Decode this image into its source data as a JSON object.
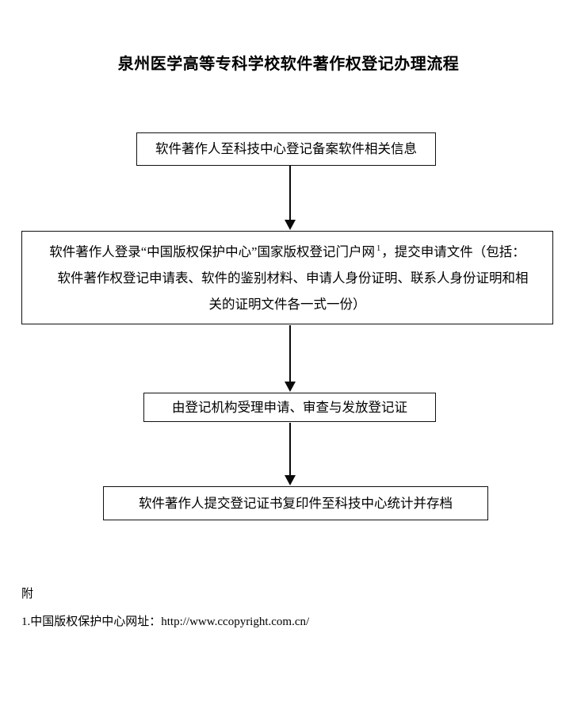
{
  "document": {
    "title": "泉州医学高等专科学校软件著作权登记办理流程"
  },
  "flowchart": {
    "type": "flowchart",
    "orientation": "top-to-bottom",
    "steps": [
      {
        "id": "register",
        "order": 1,
        "text": "软件著作人至科技中心登记备案软件相关信息"
      },
      {
        "id": "submit",
        "order": 2,
        "text": "软件著作人登录“中国版权保护中心”国家版权登记门户网1，提交申请文件（包括：软件著作权登记申请表、软件的鉴别材料、申请人身份证明、联系人身份证明和相关的证明文件各一式一份）",
        "lines": [
          "软件著作人登录“中国版权保护中心”国家版权登记门户网",
          "，提交申请文件（包括：",
          "软件著作权登记申请表、软件的鉴别材料、申请人身份证明、联系人身份证明和相",
          "关的证明文件各一式一份）"
        ],
        "footnote_marker": "1"
      },
      {
        "id": "review",
        "order": 3,
        "text": "由登记机构受理申请、审查与发放登记证"
      },
      {
        "id": "archive",
        "order": 4,
        "text": "软件著作人提交登记证书复印件至科技中心统计并存档"
      }
    ],
    "connectors": [
      {
        "id": "arrow-1",
        "from": "register",
        "to": "submit",
        "style": "solid-down-arrow"
      },
      {
        "id": "arrow-2",
        "from": "submit",
        "to": "review",
        "style": "solid-down-arrow"
      },
      {
        "id": "arrow-3",
        "from": "review",
        "to": "archive",
        "style": "solid-down-arrow"
      }
    ]
  },
  "appendix": {
    "label": "附",
    "note_number": "1.",
    "note_text": "中国版权保护中心网址：",
    "note_url": "http://www.ccopyright.com.cn/",
    "note_full": "1.中国版权保护中心网址：http://www.ccopyright.com.cn/"
  },
  "colors": {
    "page_background": "#ffffff",
    "text": "#000000",
    "box_border": "#111111",
    "arrow": "#0a0a0a"
  }
}
